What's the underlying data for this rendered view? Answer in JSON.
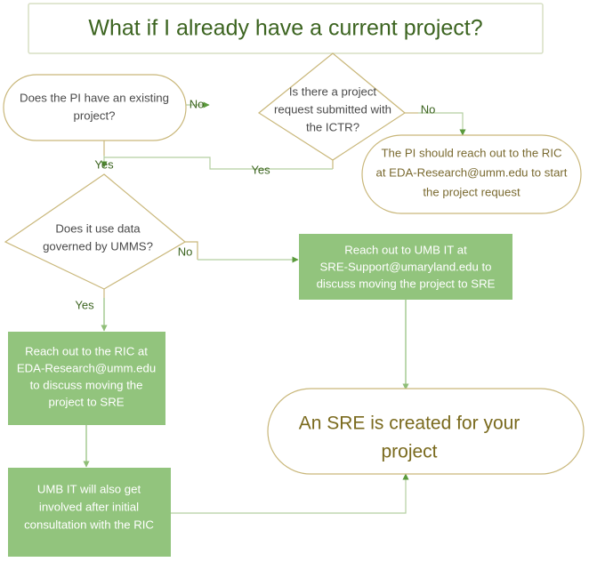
{
  "title": {
    "text": "What if I already have a current project?"
  },
  "nodes": {
    "q_existing_project": {
      "label": "Does the PI have an existing project?",
      "lines": [
        "Does the PI have an existing",
        "project?"
      ],
      "shape": "rounded-rectangle"
    },
    "q_ictr_request": {
      "label": "Is there a project request submitted with the ICTR?",
      "lines": [
        "Is there a project",
        "request submitted with",
        "the ICTR?"
      ],
      "shape": "diamond"
    },
    "pi_reach_ric": {
      "label": "The PI should reach out to the RIC at EDA-Research@umm.edu to start the project request",
      "lines": [
        "The PI should reach out to the RIC",
        "at EDA-Research@umm.edu to start",
        "the project request"
      ],
      "shape": "rounded-rectangle"
    },
    "q_umms_data": {
      "label": "Does it use data governed by UMMS?",
      "lines": [
        "Does it use data",
        "governed by UMMS?"
      ],
      "shape": "diamond"
    },
    "reach_umb_it": {
      "label": "Reach out to UMB IT at SRE-Support@umaryland.edu to discuss moving the project to SRE",
      "lines": [
        "Reach out to UMB IT at",
        "SRE-Support@umaryland.edu to",
        "discuss moving the project to SRE"
      ],
      "shape": "rectangle"
    },
    "reach_ric_sre": {
      "label": "Reach out to the RIC at EDA-Research@umm.edu to discuss moving the project to SRE",
      "lines": [
        "Reach out to the RIC at",
        "EDA-Research@umm.edu",
        "to discuss moving the",
        "project to SRE"
      ],
      "shape": "rectangle"
    },
    "umb_it_involved": {
      "label": "UMB IT will also get involved after initial consultation with the RIC",
      "lines": [
        "UMB IT will also get",
        "involved after initial",
        "consultation with the RIC"
      ],
      "shape": "rectangle"
    },
    "sre_created": {
      "label": "An SRE is created for your project",
      "lines": [
        "An SRE is created for your",
        "project"
      ],
      "shape": "rounded-rectangle"
    }
  },
  "edge_labels": {
    "existing_no": "No",
    "existing_yes": "Yes",
    "ictr_no": "No",
    "ictr_yes": "Yes",
    "umms_no": "No",
    "umms_yes": "Yes"
  },
  "colors": {
    "green_fill": "#92c47d",
    "olive_outline": "#c9b77a",
    "title_text": "#3c6420",
    "title_border": "#d7dfc4",
    "node_text": "#4a4a4a",
    "final_text": "#7a6a1e",
    "connector_green": "#b4cfa0"
  }
}
